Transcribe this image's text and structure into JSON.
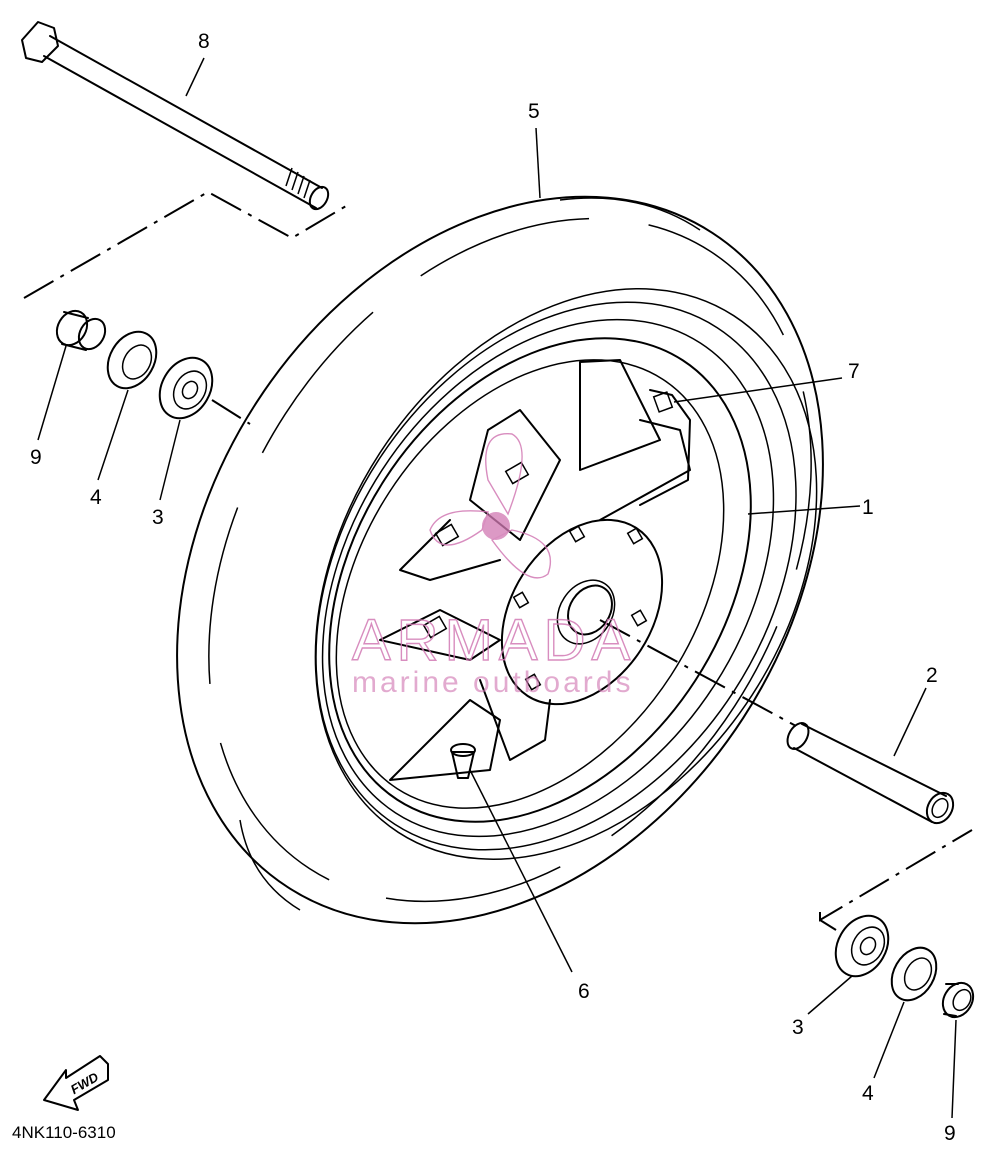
{
  "diagram": {
    "part_callouts": [
      {
        "key": "c1",
        "label": "1"
      },
      {
        "key": "c2",
        "label": "2"
      },
      {
        "key": "c3a",
        "label": "3"
      },
      {
        "key": "c3b",
        "label": "3"
      },
      {
        "key": "c4a",
        "label": "4"
      },
      {
        "key": "c4b",
        "label": "4"
      },
      {
        "key": "c5",
        "label": "5"
      },
      {
        "key": "c6",
        "label": "6"
      },
      {
        "key": "c7",
        "label": "7"
      },
      {
        "key": "c8",
        "label": "8"
      },
      {
        "key": "c9a",
        "label": "9"
      },
      {
        "key": "c9b",
        "label": "9"
      }
    ],
    "diagram_code": "4NK110-6310",
    "fwd_arrow_text": "FWD"
  },
  "watermark": {
    "brand": "ARMADA",
    "tagline": "marine outboards",
    "color": "#d27ab4"
  },
  "colors": {
    "ink": "#000000",
    "background": "#ffffff"
  }
}
